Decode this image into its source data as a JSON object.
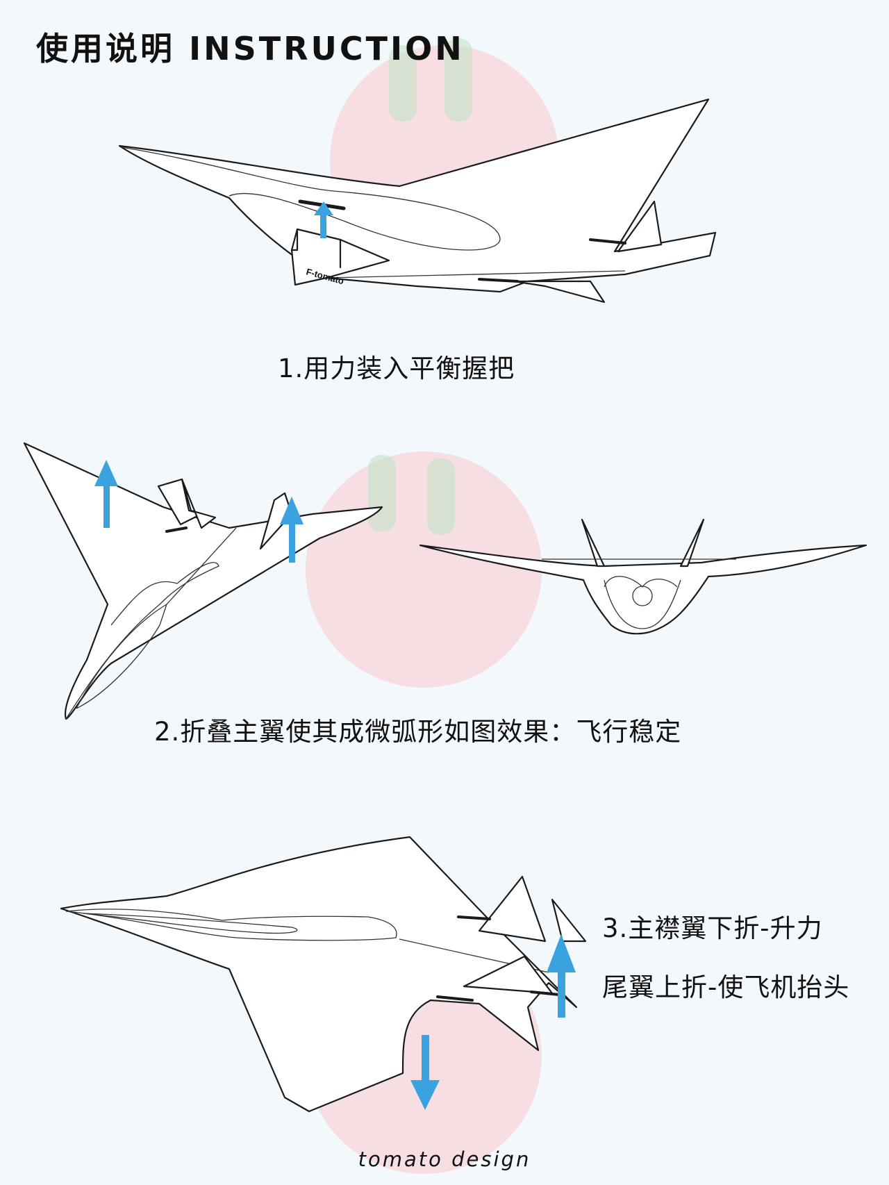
{
  "title": "使用说明 INSTRUCTION",
  "steps": {
    "step1": "1.用力装入平衡握把",
    "step2": "2.折叠主翼使其成微弧形如图效果：飞行稳定",
    "step3_line1": "3.主襟翼下折-升力",
    "step3_line2": "尾翼上折-使飞机抬头"
  },
  "grip_brand": "F-tomato",
  "footer": "tomato design",
  "colors": {
    "background": "#f3f8fd",
    "arrow": "#3aa3df",
    "line": "#1a1a1a"
  },
  "icons": [
    "up-arrow-icon",
    "down-arrow-icon",
    "tomato-watermark-icon"
  ]
}
